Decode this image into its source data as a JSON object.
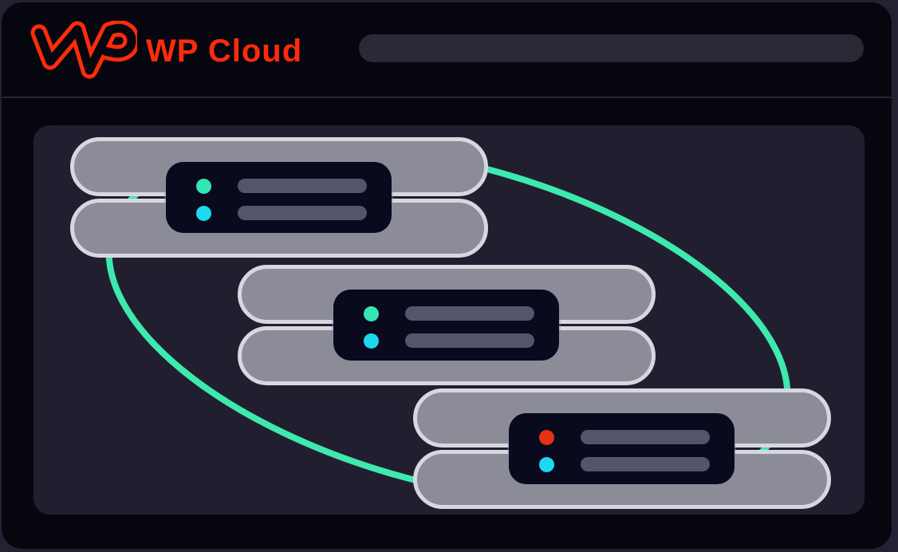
{
  "app": {
    "title": "WP Cloud"
  },
  "header": {
    "title": "WP Cloud",
    "brand_color": "#ff2b0b",
    "logo": "wp-monogram",
    "url_bar": {
      "value": "",
      "placeholder": ""
    }
  },
  "diagram": {
    "background": "#211f2f",
    "orbit_color": "#3ee9ae",
    "servers": [
      {
        "name": "server-1",
        "lights": [
          {
            "position": "top",
            "color": "#35e5b4"
          },
          {
            "position": "bottom",
            "color": "#1cd9f0"
          }
        ]
      },
      {
        "name": "server-2",
        "lights": [
          {
            "position": "top",
            "color": "#35e5b4"
          },
          {
            "position": "bottom",
            "color": "#1cd9f0"
          }
        ]
      },
      {
        "name": "server-3",
        "lights": [
          {
            "position": "top",
            "color": "#e5320f"
          },
          {
            "position": "bottom",
            "color": "#1cd9f0"
          }
        ]
      }
    ]
  },
  "colors": {
    "outer_background": "#232233",
    "window_background": "#06060f",
    "panel_background": "#211f2f",
    "server_bar": "#8c8c99",
    "server_bar_border": "#d7d7e0",
    "console": "#0a0a1e",
    "console_line": "#55546a"
  }
}
